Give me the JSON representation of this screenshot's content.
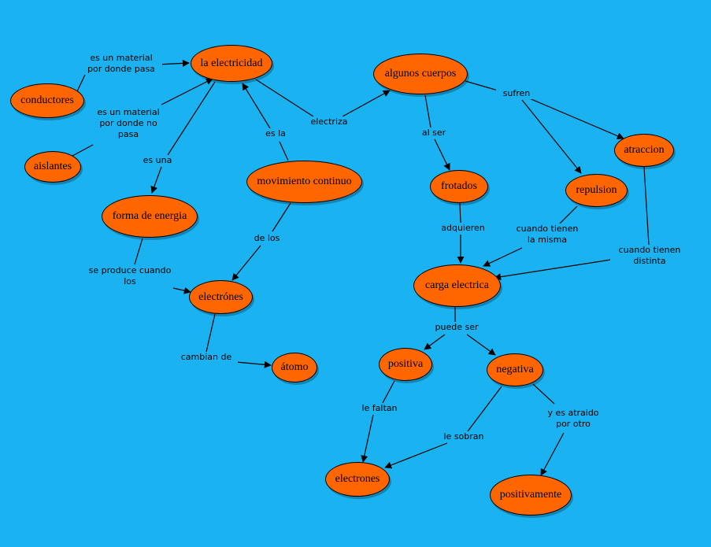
{
  "colors": {
    "background": "#1AB2F0",
    "node_fill": "#FF6600",
    "line": "#000000"
  },
  "nodes": {
    "electricidad": "la electricidad",
    "conductores": "conductores",
    "aislantes": "aislantes",
    "forma_energia": "forma de energia",
    "movimiento": "movimiento continuo",
    "electrones_mov": "electrónes",
    "atomo": "átomo",
    "algunos_cuerpos": "algunos cuerpos",
    "frotados": "frotados",
    "repulsion": "repulsion",
    "atraccion": "atraccion",
    "carga": "carga electrica",
    "positiva": "positiva",
    "negativa": "negativa",
    "electrones": "electrones",
    "positivamente": "positivamente"
  },
  "labels": {
    "material_pasa": "es un material\npor donde pasa",
    "material_no_pasa": "es un material\npor donde no\npasa",
    "es_una": "es una",
    "es_la": "es la",
    "electriza": "electriza",
    "de_los": "de los",
    "se_produce": "se produce cuando\nlos",
    "cambian_de": "cambian de",
    "al_ser": "al ser",
    "sufren": "sufren",
    "adquieren": "adquieren",
    "misma": "cuando tienen\nla misma",
    "distinta": "cuando tienen\ndistinta",
    "puede_ser": "puede ser",
    "le_faltan": "le faltan",
    "le_sobran": "le sobran",
    "atraido": "y es atraido\npor otro"
  }
}
